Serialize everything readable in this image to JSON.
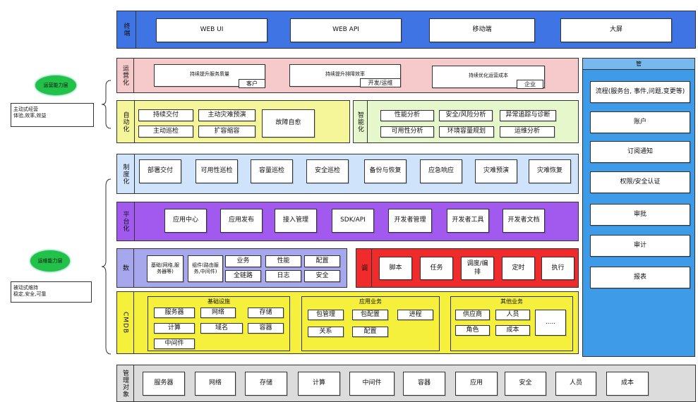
{
  "channels": {
    "label": "终端",
    "items": [
      "WEB UI",
      "WEB API",
      "移动端",
      "大屏"
    ]
  },
  "operation": {
    "label": "运营化",
    "items": [
      {
        "title": "持续提升服务质量",
        "tag": "客户"
      },
      {
        "title": "持续提升排障效率",
        "tag": "开发/运维"
      },
      {
        "title": "持续优化运营成本",
        "tag": "企业"
      }
    ]
  },
  "automation": {
    "label": "自动化",
    "items": [
      "持续交付",
      "主动灾难预演",
      "主动巡检",
      "扩容缩容",
      "故障自愈"
    ]
  },
  "intelligence": {
    "label": "智能化",
    "items": [
      "性能分析",
      "安全/风险分析",
      "异常追踪与诊断",
      "可用性分析",
      "环境容量规划",
      "运维分析"
    ]
  },
  "institutional": {
    "label": "制度化",
    "items": [
      "部署交付",
      "可用性巡检",
      "容量巡检",
      "安全巡检",
      "备份与恢复",
      "应急响应",
      "灾难预演",
      "灾难恢复"
    ]
  },
  "platform": {
    "label": "平台化",
    "items": [
      "应用中心",
      "应用发布",
      "接入管理",
      "SDK/API",
      "开发者管理",
      "开发者工具",
      "开发者文档"
    ]
  },
  "data": {
    "label": "数",
    "items": [
      "基础(网络,服务器等)",
      "组件(路由服务,中间件)",
      "业务",
      "全链路",
      "性能",
      "日志",
      "配置",
      "安全"
    ]
  },
  "execute": {
    "label": "调",
    "items": [
      "脚本",
      "任务",
      "调度/编排",
      "定时",
      "执行"
    ]
  },
  "cmdb": {
    "label": "CMDB",
    "groups": [
      {
        "title": "基础设施",
        "items": [
          "服务器",
          "网络",
          "存储",
          "计算",
          "域名",
          "容器",
          "中间件"
        ]
      },
      {
        "title": "应用业务",
        "items": [
          "包管理",
          "包配置",
          "进程",
          "关系",
          "配置"
        ]
      },
      {
        "title": "其他业务",
        "items": [
          "供应商",
          "人员",
          "角色",
          "成本",
          "....."
        ]
      }
    ]
  },
  "objects": {
    "label": "管理对象",
    "items": [
      "服务器",
      "网络",
      "存储",
      "计算",
      "中间件",
      "容器",
      "应用",
      "安全",
      "人员",
      "成本"
    ]
  },
  "manage": {
    "title": "管",
    "items": [
      "流程(服务台, 事件,问题,变更等)",
      "账户",
      "订阅通知",
      "权限/安全认证",
      "审批",
      "审计",
      "报表"
    ]
  },
  "capability_top": {
    "title": "运营能力层",
    "note_line1": "主动式经营",
    "note_line2": "体验,效率,效益"
  },
  "capability_bottom": {
    "title": "运维能力层",
    "note_line1": "被动式维持",
    "note_line2": "稳定,安全,可靠"
  },
  "colors": {
    "channels": "#3f74e4",
    "operation": "#f6caca",
    "automation": "#f5f59a",
    "intelligence": "#e6f7cc",
    "institutional": "#cfe4fb",
    "platform": "#a259ee",
    "data": "#a7a7ee",
    "execute": "#f02b2b",
    "cmdb": "#f4f03c",
    "objects": "#dcdcdc",
    "manage": "#3d9be8",
    "capability": "#22c24a"
  }
}
